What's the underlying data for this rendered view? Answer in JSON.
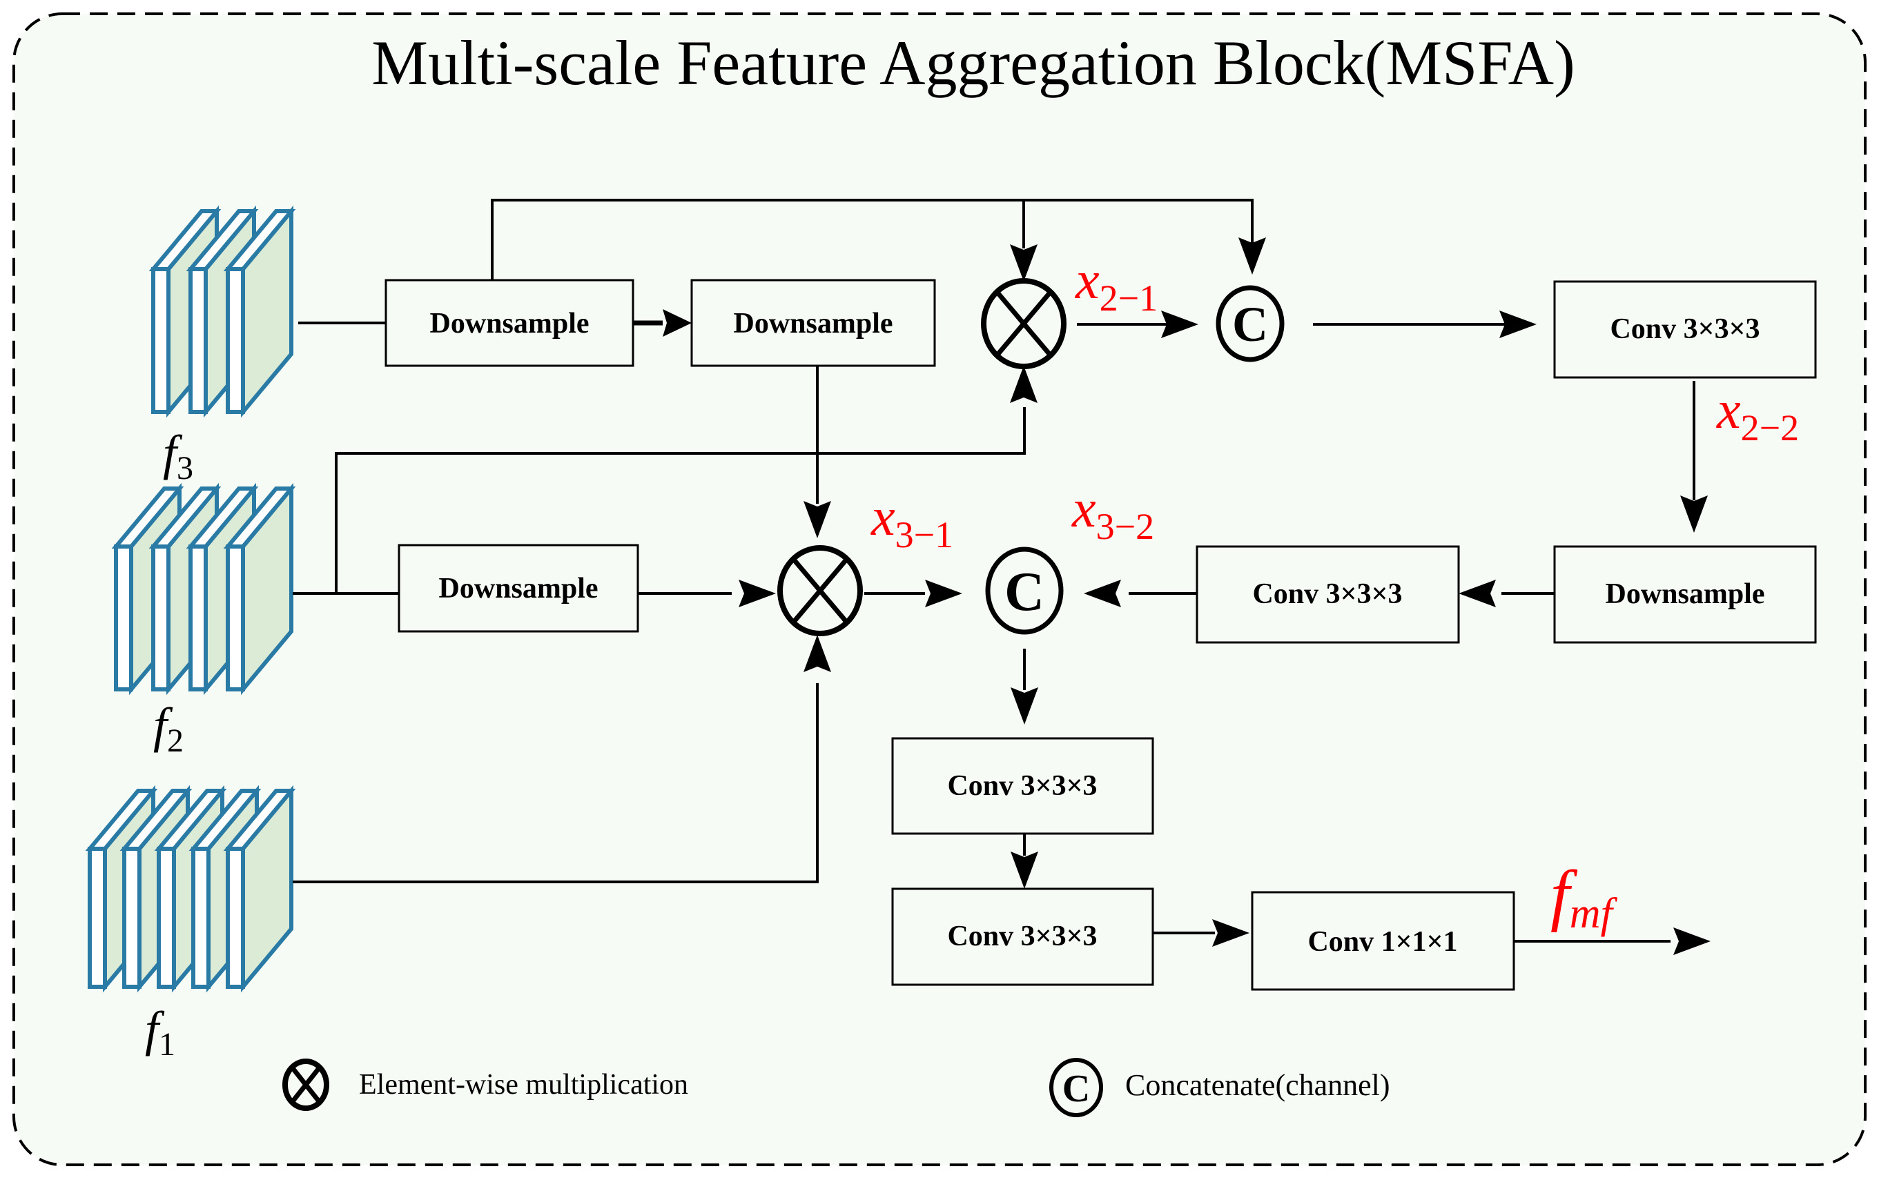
{
  "title": "Multi-scale Feature Aggregation Block(MSFA)",
  "colors": {
    "background": "#f7fbf5",
    "feature_face": "#dcebd5",
    "feature_edge": "#2a7aa6",
    "accent_red": "#ff0000",
    "stroke": "#000000"
  },
  "inputs": [
    {
      "id": "f3",
      "base": "f",
      "sub": "3",
      "slices": 3
    },
    {
      "id": "f2",
      "base": "f",
      "sub": "2",
      "slices": 4
    },
    {
      "id": "f1",
      "base": "f",
      "sub": "1",
      "slices": 5
    }
  ],
  "blocks": {
    "ds_top_1": "Downsample",
    "ds_top_2": "Downsample",
    "ds_mid": "Downsample",
    "conv_top_right": "Conv 3×3×3",
    "ds_right": "Downsample",
    "conv_mid": "Conv 3×3×3",
    "conv_a": "Conv 3×3×3",
    "conv_b": "Conv 3×3×3",
    "conv_1x1": "Conv 1×1×1"
  },
  "operators": {
    "multiply": "⊗",
    "concat": "C"
  },
  "variables": {
    "x21": {
      "base": "x",
      "sub": "2−1"
    },
    "x22": {
      "base": "x",
      "sub": "2−2"
    },
    "x31": {
      "base": "x",
      "sub": "3−1"
    },
    "x32": {
      "base": "x",
      "sub": "3−2"
    },
    "fmf": {
      "base": "f",
      "sub": "mf"
    }
  },
  "legend": {
    "multiply_label": "Element-wise multiplication",
    "concat_label": "Concatenate(channel)"
  }
}
